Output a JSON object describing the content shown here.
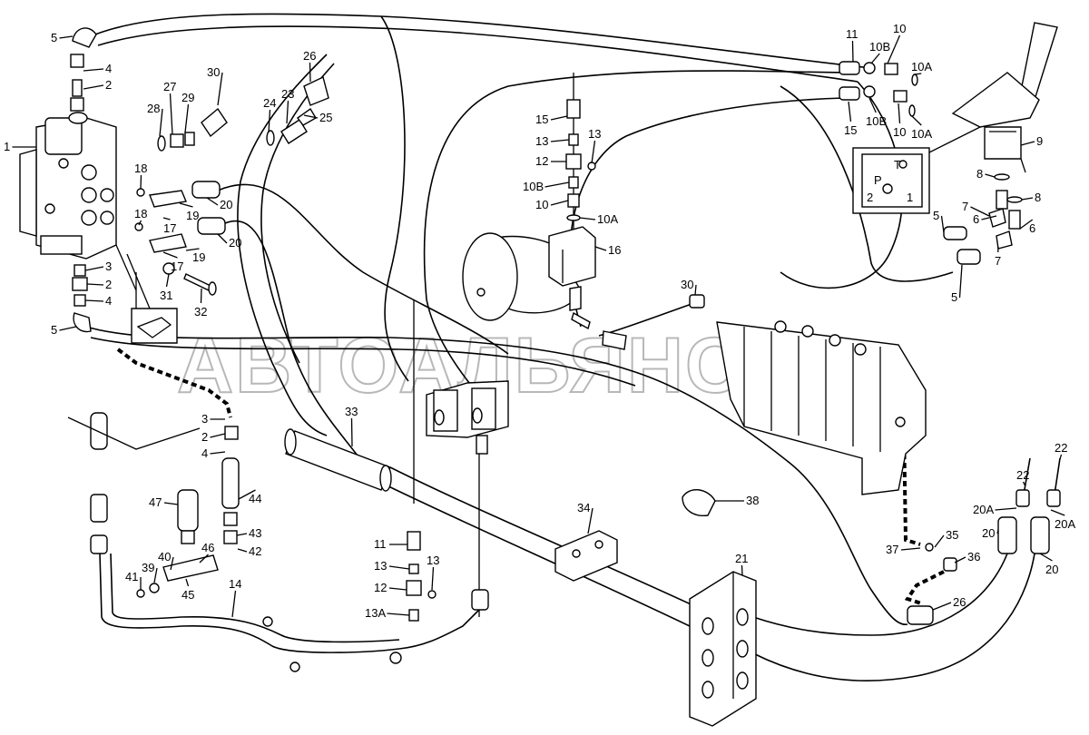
{
  "watermark": "АВТОАЛЬЯНС",
  "port_panel": {
    "T": "T",
    "P": "P",
    "n2": "2",
    "n1": "1"
  },
  "labels": [
    {
      "id": "l-5a",
      "text": "5"
    },
    {
      "id": "l-4a",
      "text": "4"
    },
    {
      "id": "l-2a",
      "text": "2"
    },
    {
      "id": "l-1",
      "text": "1"
    },
    {
      "id": "l-30a",
      "text": "30"
    },
    {
      "id": "l-27",
      "text": "27"
    },
    {
      "id": "l-29",
      "text": "29"
    },
    {
      "id": "l-28",
      "text": "28"
    },
    {
      "id": "l-26a",
      "text": "26"
    },
    {
      "id": "l-24",
      "text": "24"
    },
    {
      "id": "l-23",
      "text": "23"
    },
    {
      "id": "l-25",
      "text": "25"
    },
    {
      "id": "l-18a",
      "text": "18"
    },
    {
      "id": "l-18b",
      "text": "18"
    },
    {
      "id": "l-20a",
      "text": "20"
    },
    {
      "id": "l-19a",
      "text": "19"
    },
    {
      "id": "l-17a",
      "text": "17"
    },
    {
      "id": "l-20b",
      "text": "20"
    },
    {
      "id": "l-19b",
      "text": "19"
    },
    {
      "id": "l-17b",
      "text": "17"
    },
    {
      "id": "l-3a",
      "text": "3"
    },
    {
      "id": "l-2b",
      "text": "2"
    },
    {
      "id": "l-4b",
      "text": "4"
    },
    {
      "id": "l-31",
      "text": "31"
    },
    {
      "id": "l-32",
      "text": "32"
    },
    {
      "id": "l-5b",
      "text": "5"
    },
    {
      "id": "l-15a",
      "text": "15"
    },
    {
      "id": "l-13a",
      "text": "13"
    },
    {
      "id": "l-13b",
      "text": "13"
    },
    {
      "id": "l-12a",
      "text": "12"
    },
    {
      "id": "l-10Ba",
      "text": "10B"
    },
    {
      "id": "l-10a",
      "text": "10"
    },
    {
      "id": "l-10Aa",
      "text": "10A"
    },
    {
      "id": "l-16",
      "text": "16"
    },
    {
      "id": "l-30b",
      "text": "30"
    },
    {
      "id": "l-11a",
      "text": "11"
    },
    {
      "id": "l-10b",
      "text": "10"
    },
    {
      "id": "l-10Bb",
      "text": "10B"
    },
    {
      "id": "l-10Ab",
      "text": "10A"
    },
    {
      "id": "l-15b",
      "text": "15"
    },
    {
      "id": "l-10Bc",
      "text": "10B"
    },
    {
      "id": "l-10c",
      "text": "10"
    },
    {
      "id": "l-10Ac",
      "text": "10A"
    },
    {
      "id": "l-9",
      "text": "9"
    },
    {
      "id": "l-8a",
      "text": "8"
    },
    {
      "id": "l-8b",
      "text": "8"
    },
    {
      "id": "l-7a",
      "text": "7"
    },
    {
      "id": "l-6a",
      "text": "6"
    },
    {
      "id": "l-5c",
      "text": "5"
    },
    {
      "id": "l-6b",
      "text": "6"
    },
    {
      "id": "l-7b",
      "text": "7"
    },
    {
      "id": "l-5d",
      "text": "5"
    },
    {
      "id": "l-3b",
      "text": "3"
    },
    {
      "id": "l-2c",
      "text": "2"
    },
    {
      "id": "l-4c",
      "text": "4"
    },
    {
      "id": "l-33",
      "text": "33"
    },
    {
      "id": "l-44",
      "text": "44"
    },
    {
      "id": "l-47",
      "text": "47"
    },
    {
      "id": "l-43",
      "text": "43"
    },
    {
      "id": "l-42",
      "text": "42"
    },
    {
      "id": "l-46",
      "text": "46"
    },
    {
      "id": "l-40",
      "text": "40"
    },
    {
      "id": "l-39",
      "text": "39"
    },
    {
      "id": "l-41",
      "text": "41"
    },
    {
      "id": "l-45",
      "text": "45"
    },
    {
      "id": "l-14",
      "text": "14"
    },
    {
      "id": "l-11b",
      "text": "11"
    },
    {
      "id": "l-13c",
      "text": "13"
    },
    {
      "id": "l-13d",
      "text": "13"
    },
    {
      "id": "l-12b",
      "text": "12"
    },
    {
      "id": "l-13A",
      "text": "13A"
    },
    {
      "id": "l-34",
      "text": "34"
    },
    {
      "id": "l-38",
      "text": "38"
    },
    {
      "id": "l-21",
      "text": "21"
    },
    {
      "id": "l-35",
      "text": "35"
    },
    {
      "id": "l-37",
      "text": "37"
    },
    {
      "id": "l-36",
      "text": "36"
    },
    {
      "id": "l-26b",
      "text": "26"
    },
    {
      "id": "l-22a",
      "text": "22"
    },
    {
      "id": "l-22b",
      "text": "22"
    },
    {
      "id": "l-20Aa",
      "text": "20A"
    },
    {
      "id": "l-20Ab",
      "text": "20A"
    },
    {
      "id": "l-20c",
      "text": "20"
    },
    {
      "id": "l-20d",
      "text": "20"
    }
  ]
}
